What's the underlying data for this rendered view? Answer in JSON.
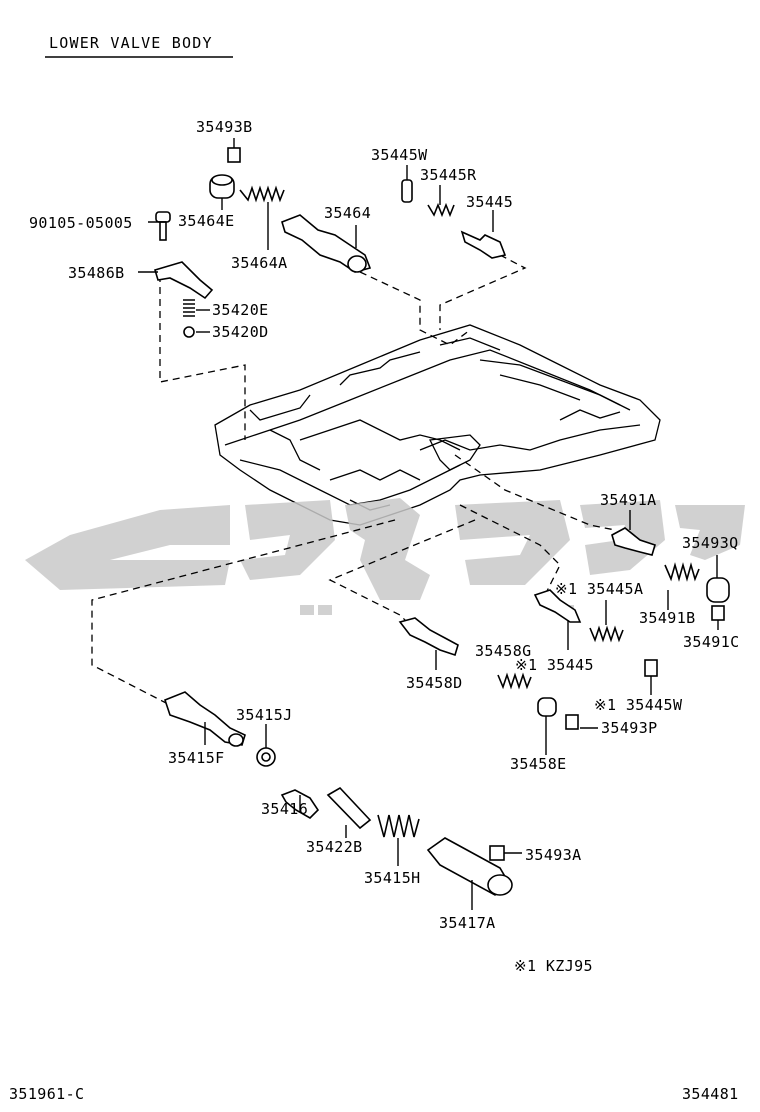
{
  "title": "LOWER VALVE BODY",
  "footer": {
    "left": "351961-C",
    "right": "354481"
  },
  "note": "※1  KZJ95",
  "parts": {
    "p35493B": "35493B",
    "p35445W_top": "35445W",
    "p35445R": "35445R",
    "p35445_top": "35445",
    "p35464E": "35464E",
    "p35464": "35464",
    "p90105": "90105-05005",
    "p35464A": "35464A",
    "p35486B": "35486B",
    "p35420E": "35420E",
    "p35420D": "35420D",
    "p35491A": "35491A",
    "p35493Q": "35493Q",
    "p35445A": "※1 35445A",
    "p35491B": "35491B",
    "p35491C": "35491C",
    "p35458G": "35458G",
    "p35445_mid": "※1 35445",
    "p35458D": "35458D",
    "p35445W_mid": "※1 35445W",
    "p35493P": "35493P",
    "p35458E": "35458E",
    "p35415J": "35415J",
    "p35415F": "35415F",
    "p35416": "35416",
    "p35422B": "35422B",
    "p35493A": "35493A",
    "p35415H": "35415H",
    "p35417A": "35417A"
  },
  "icons": {
    "watermark": "brand-watermark-logo"
  }
}
